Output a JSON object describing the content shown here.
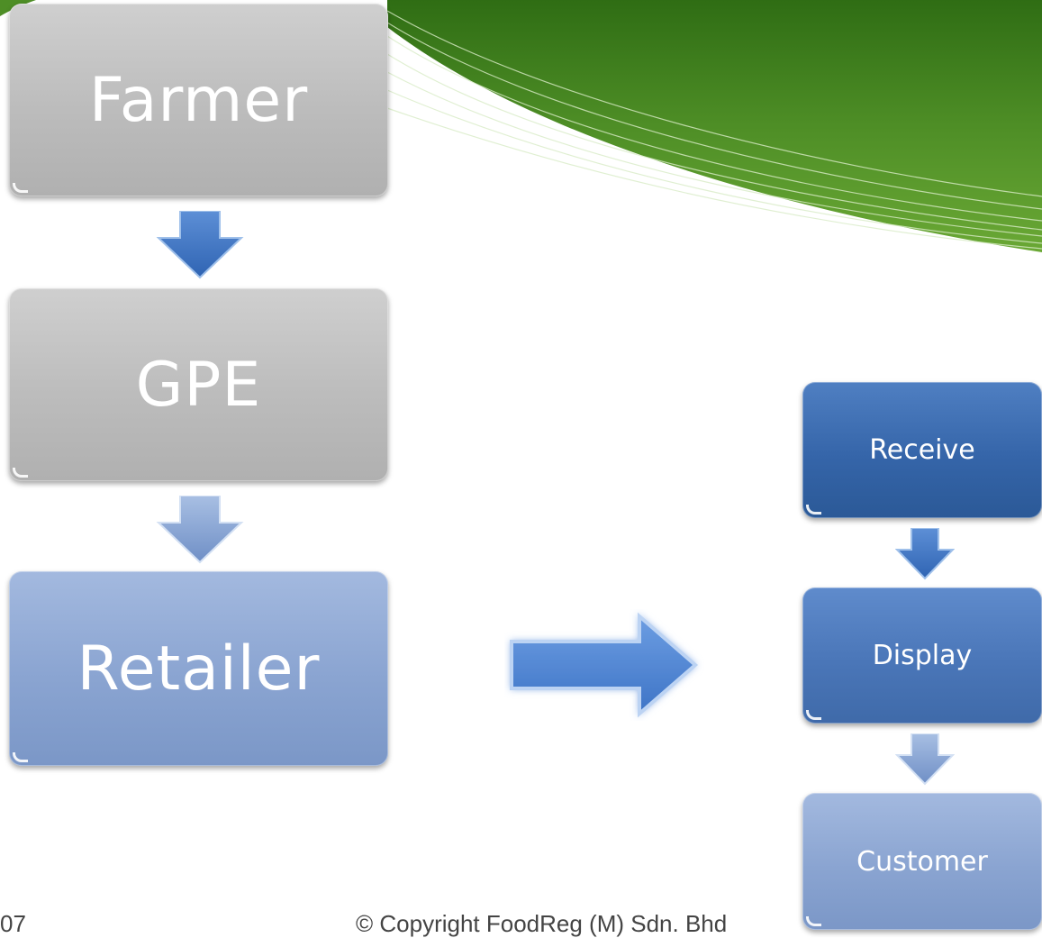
{
  "left_flow": {
    "farmer": "Farmer",
    "gpe": "GPE",
    "retailer": "Retailer"
  },
  "right_flow": {
    "receive": "Receive",
    "display": "Display",
    "customer": "Customer"
  },
  "footer": {
    "page_number": "07",
    "copyright": "© Copyright FoodReg (M) Sdn. Bhd"
  },
  "colors": {
    "grey_box": "#bcbcbc",
    "light_blue_box": "#8aa4d1",
    "dark_blue_box": "#3565a9",
    "arrow_blue": "#4a7fce",
    "swoosh_green": "#3f7d20"
  }
}
